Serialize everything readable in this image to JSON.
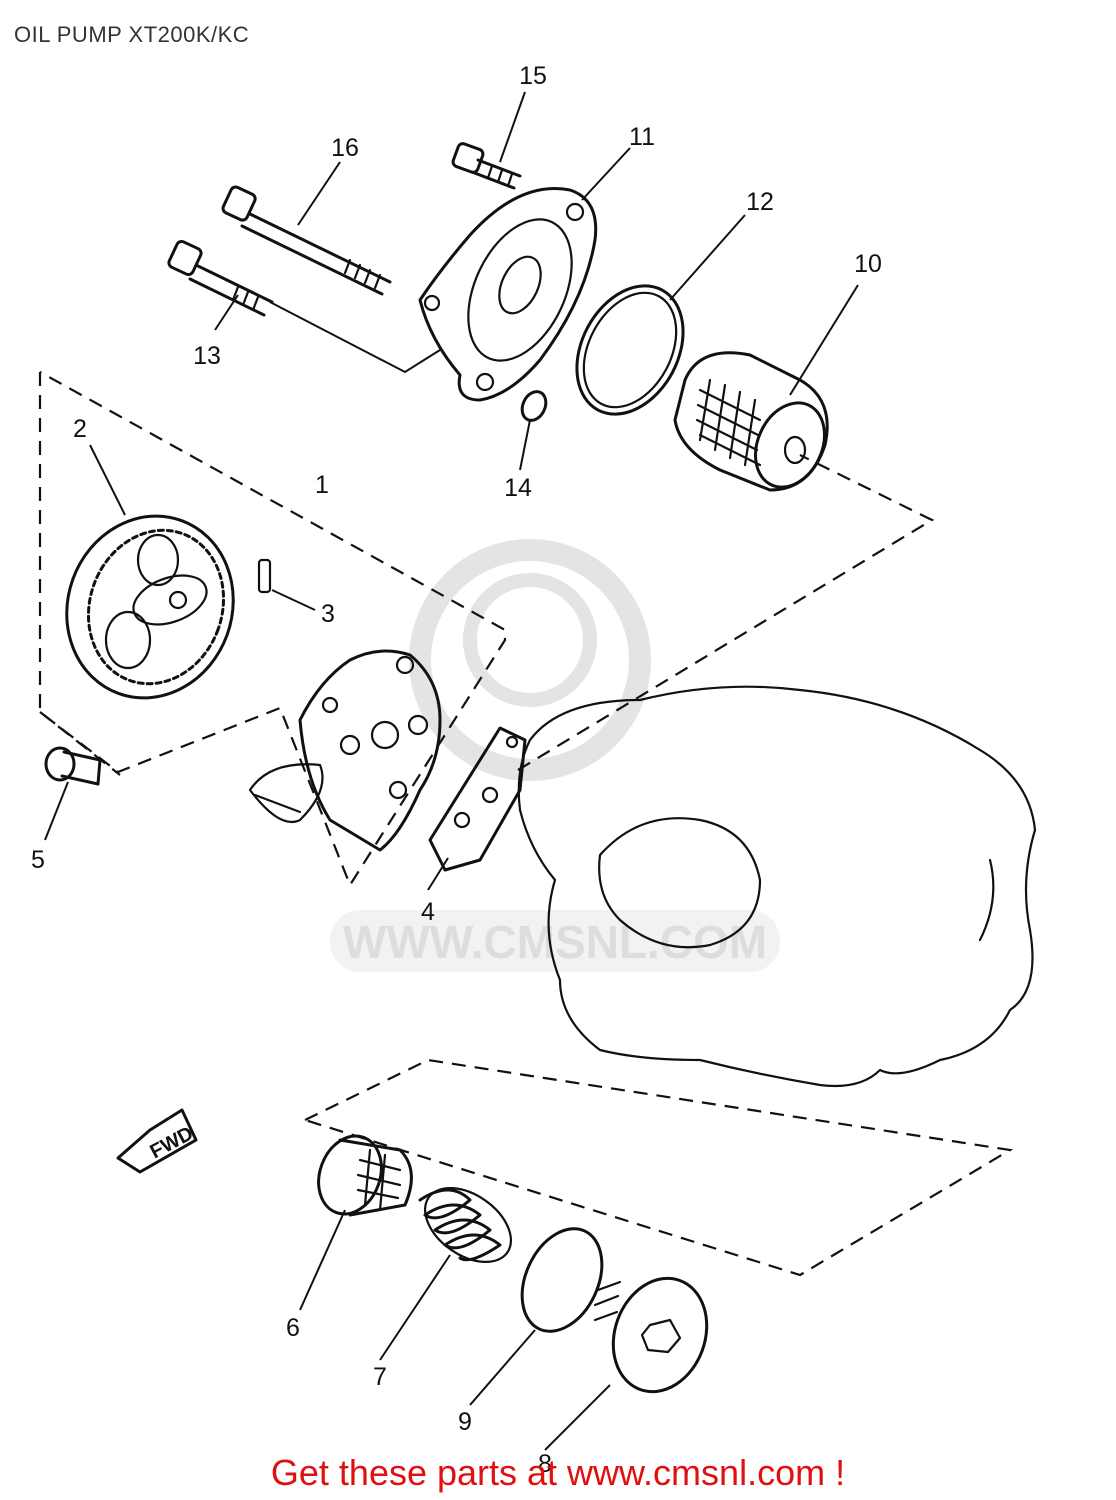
{
  "title": "OIL PUMP XT200K/KC",
  "watermark": "WWW.CMSNL.COM",
  "footer": "Get these parts at www.cmsnl.com !",
  "fwd_label": "FWD",
  "part_labels": {
    "p1": "1",
    "p2": "2",
    "p3": "3",
    "p4": "4",
    "p5": "5",
    "p6": "6",
    "p7": "7",
    "p8": "8",
    "p9": "9",
    "p10": "10",
    "p11": "11",
    "p12": "12",
    "p13": "13",
    "p14": "14",
    "p15": "15",
    "p16": "16"
  },
  "colors": {
    "ink": "#111111",
    "footer": "#e01010",
    "watermark": "#dddddd"
  }
}
